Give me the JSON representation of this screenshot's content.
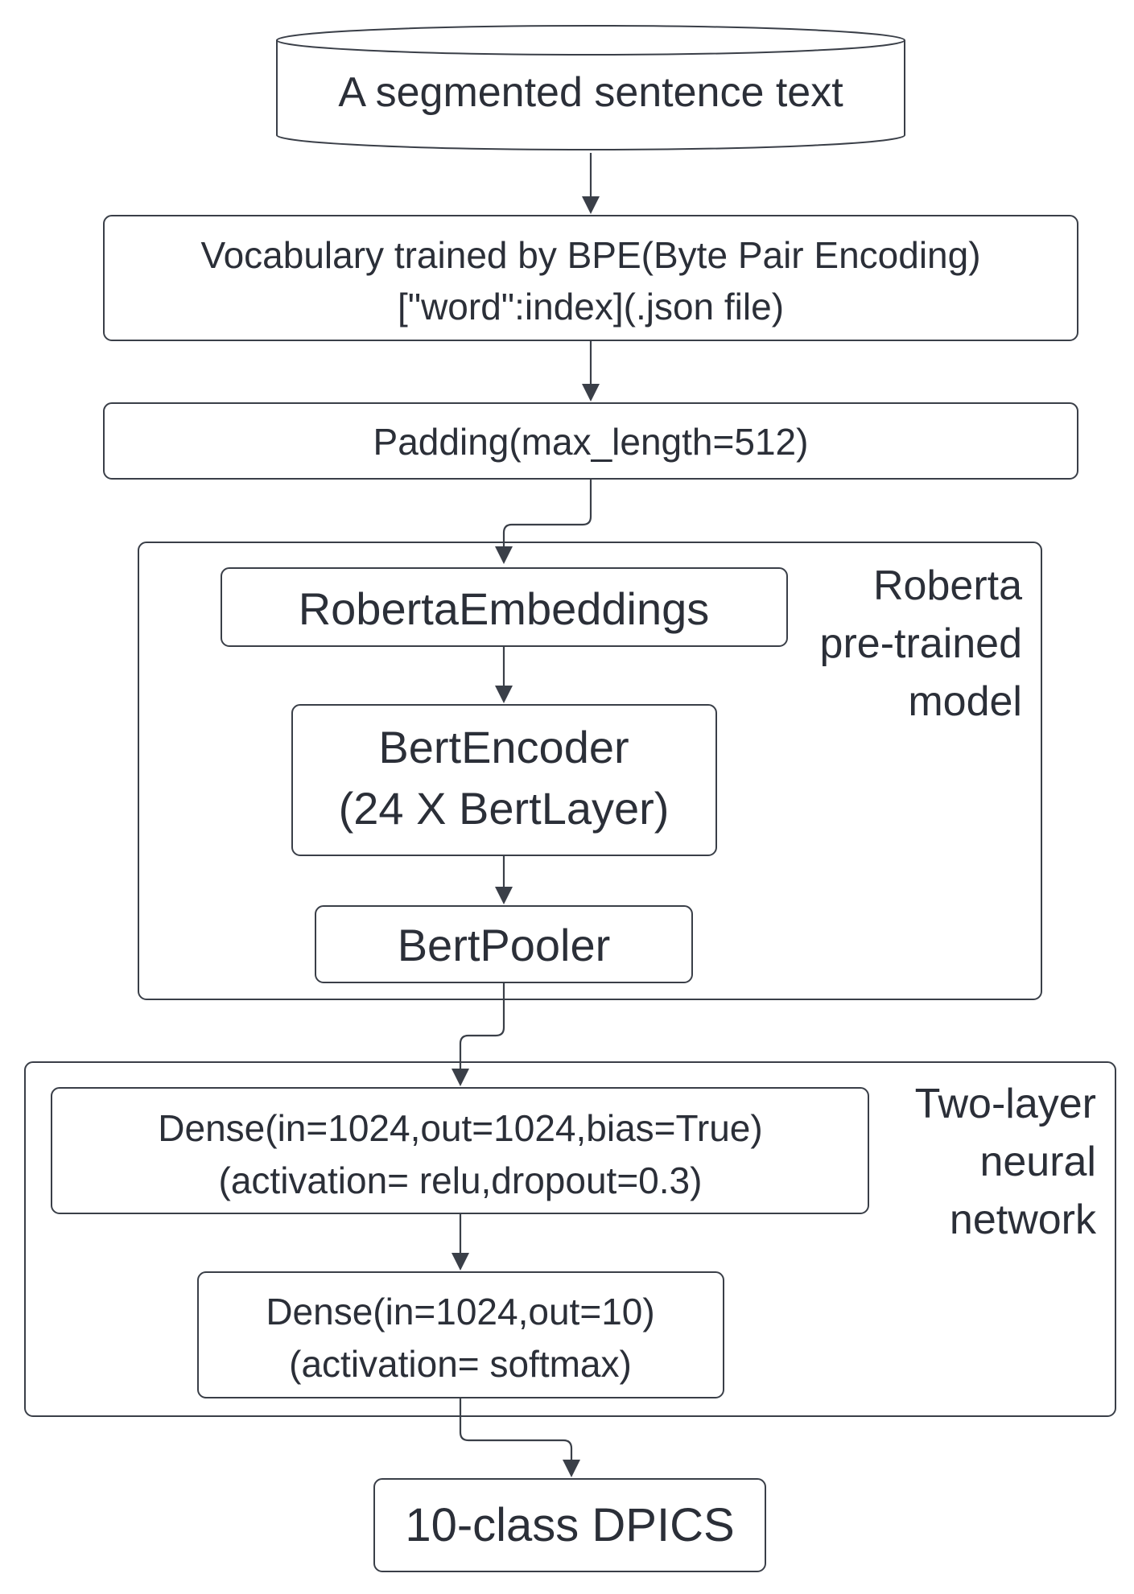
{
  "diagram": {
    "input": {
      "label": "A segmented sentence text"
    },
    "vocabulary": {
      "line1": "Vocabulary trained by BPE(Byte Pair Encoding)",
      "line2": "[\"word\":index](.json file)"
    },
    "padding": {
      "label": "Padding(max_length=512)"
    },
    "roberta_group": {
      "title_line1": "Roberta",
      "title_line2": "pre-trained",
      "title_line3": "model",
      "embeddings": "RobertaEmbeddings",
      "encoder_line1": "BertEncoder",
      "encoder_line2": "(24 X BertLayer)",
      "pooler": "BertPooler"
    },
    "nn_group": {
      "title_line1": "Two-layer",
      "title_line2": "neural",
      "title_line3": "network",
      "dense1_line1": "Dense(in=1024,out=1024,bias=True)",
      "dense1_line2": "(activation= relu,dropout=0.3)",
      "dense2_line1": "Dense(in=1024,out=10)",
      "dense2_line2": "(activation= softmax)"
    },
    "output": {
      "label": "10-class DPICS"
    }
  }
}
